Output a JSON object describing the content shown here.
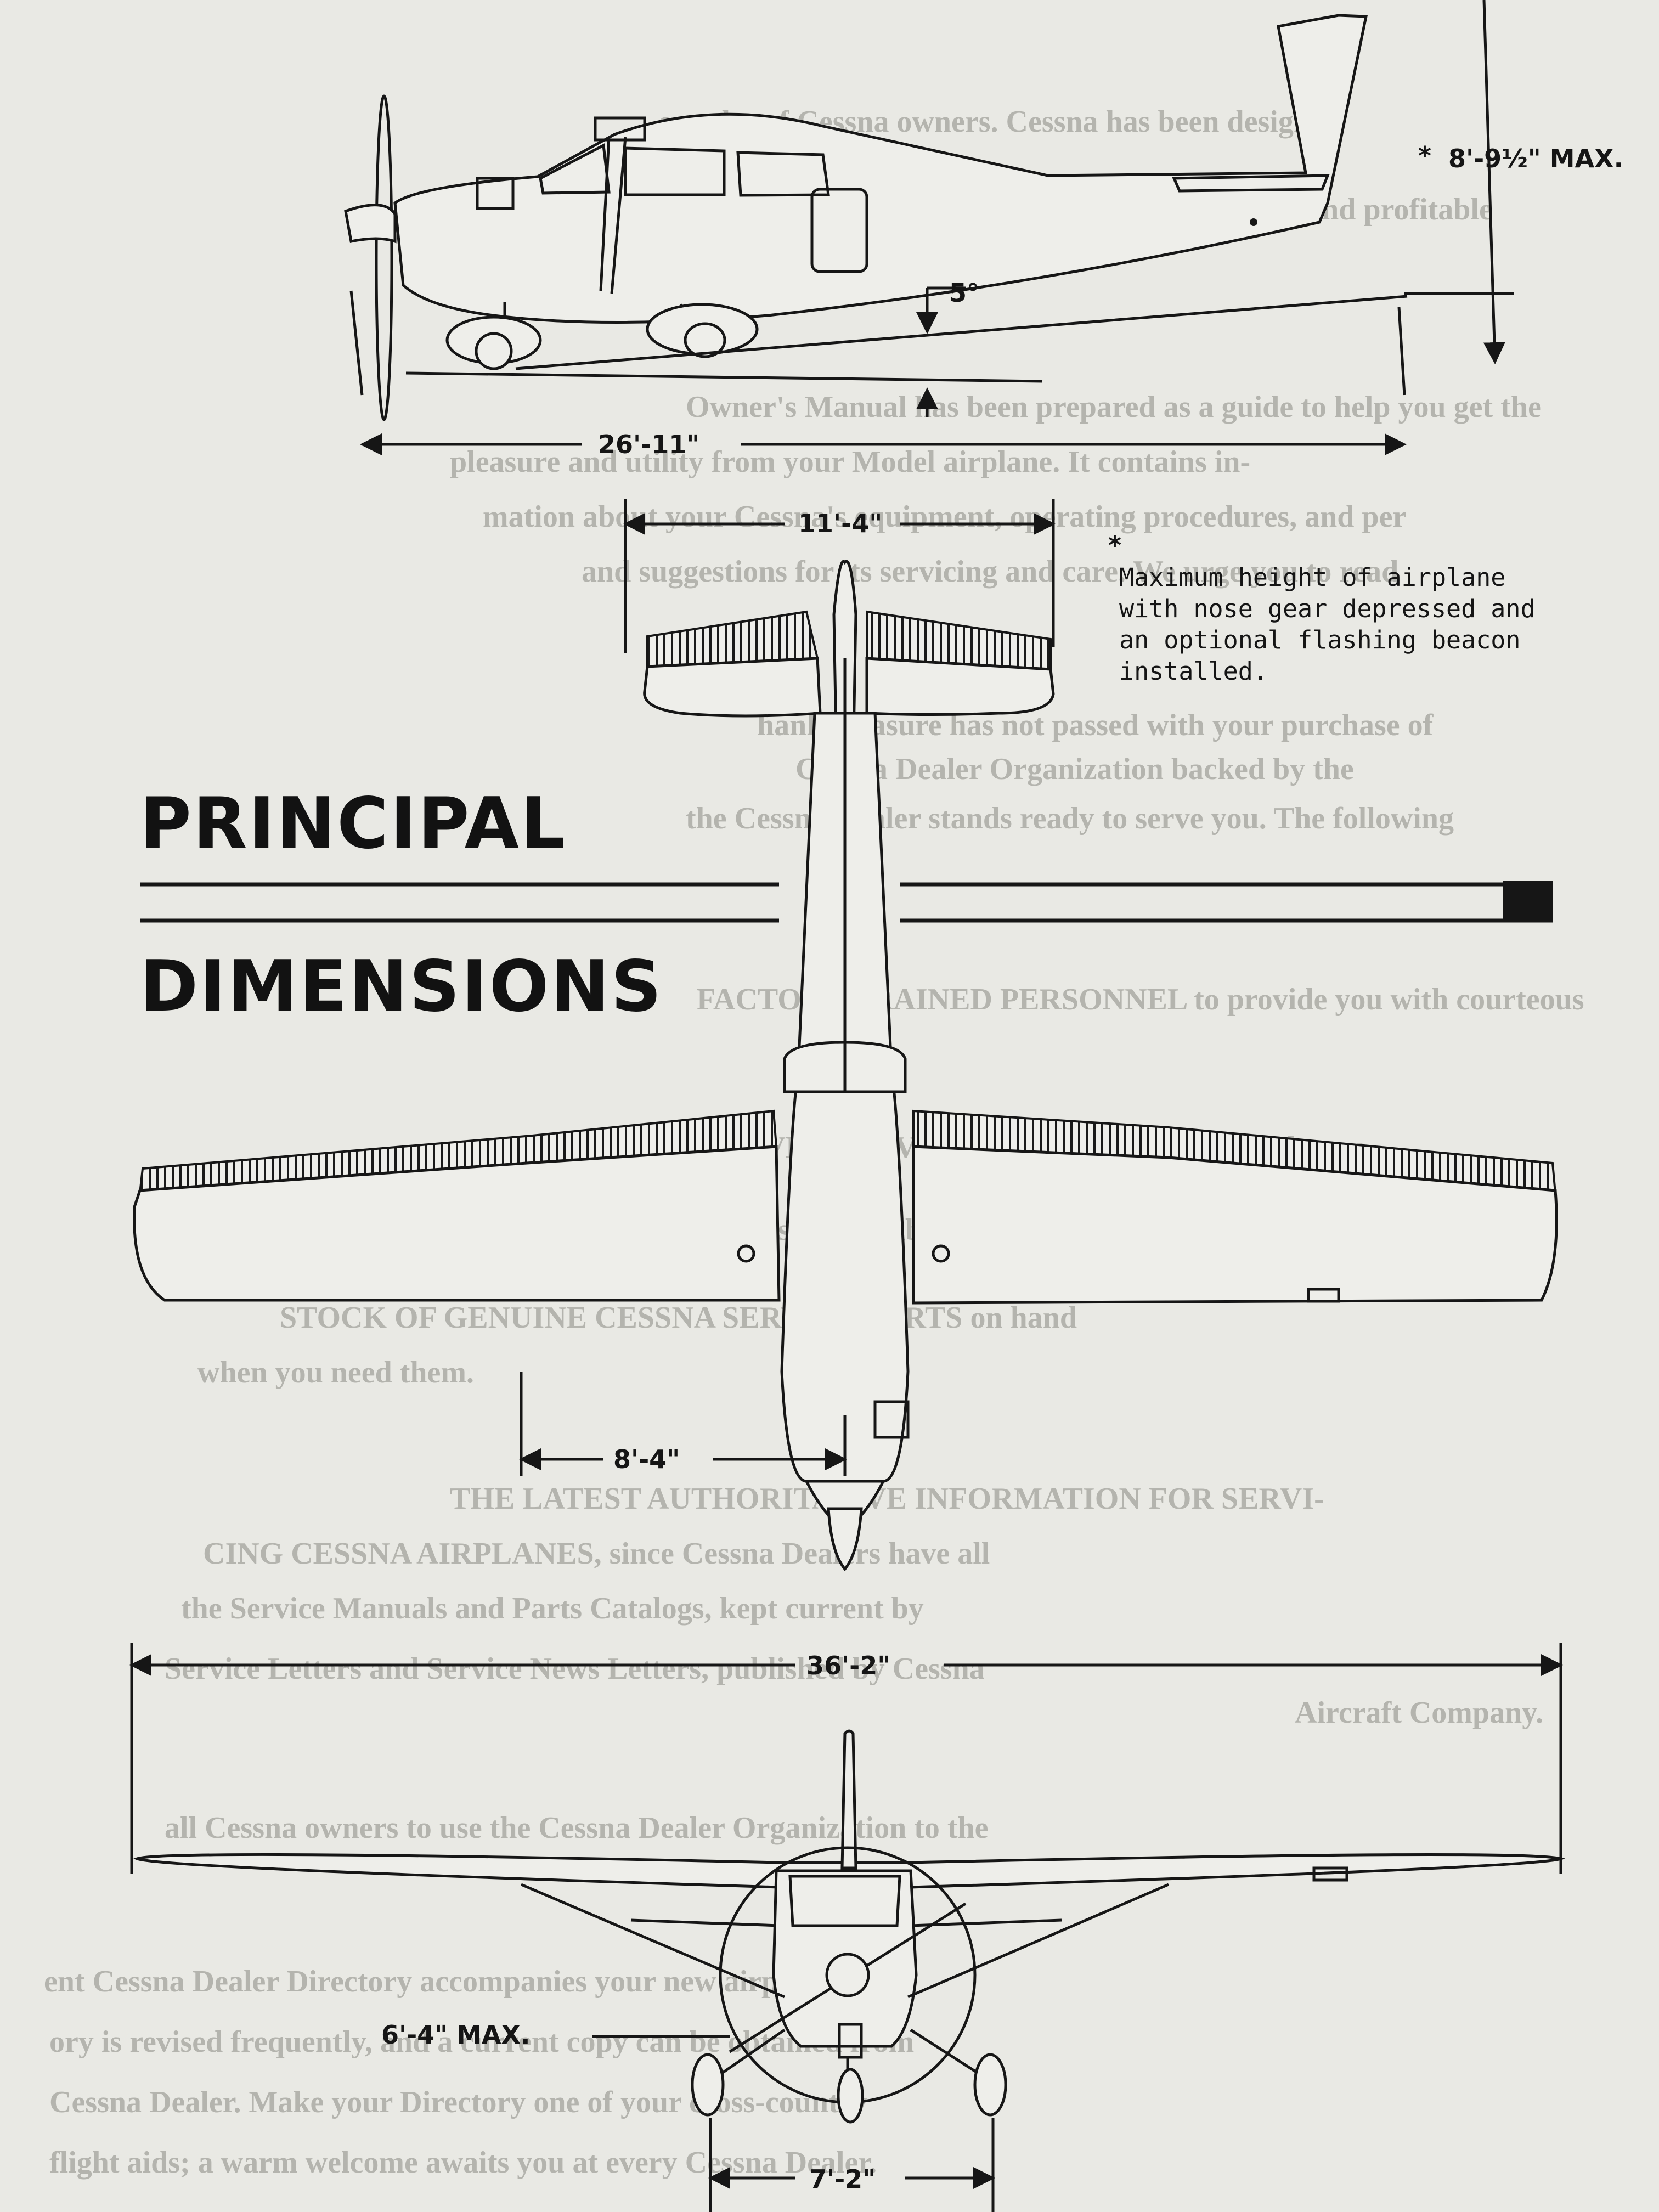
{
  "heading": {
    "line1": "PRINCIPAL",
    "line2": "DIMENSIONS"
  },
  "dimensions": {
    "max_height": "8'-9½\" MAX.",
    "length": "26'-11\"",
    "tail_span": "11'-4\"",
    "wing_to_tail": "8'-4\"",
    "wingspan": "36'-2\"",
    "prop_height": "6'-4\" MAX.",
    "wheel_track": "7'-2\"",
    "angle": "5°"
  },
  "footnote": {
    "marker": "*",
    "lines": [
      "Maximum height of airplane",
      "with nose gear depressed and",
      "an optional flashing beacon",
      "installed."
    ]
  },
  "show_through_text": [
    "e realm of Cessna owners.  Cessna has been designed",
    "ensure that you will find flying it a pleasure and profitable",
    "Owner's Manual has been prepared as a guide to help you get the",
    "pleasure and utility from your Model airplane.  It contains in-",
    "mation about your Cessna's equipment, operating procedures, and per",
    "and suggestions for its servicing and care.  We urge you to read",
    "hank pleasure has not passed with your purchase of",
    "Cessna Dealer Organization backed by the",
    "the Cessna Dealer stands ready to serve you.  The following",
    "FACTORY TRAINED PERSONNEL to provide you with courteous",
    "FACTORY APPROVED SERVICE EQUIPMENT to provide you",
    "with the most efficient and accurate workmanship possible.",
    "STOCK OF GENUINE CESSNA SERVICE PARTS on hand",
    "when you need them.",
    "THE LATEST AUTHORITATIVE INFORMATION FOR SERVI-",
    "CING CESSNA AIRPLANES, since Cessna Dealers have all",
    "the Service Manuals and Parts Catalogs, kept current by",
    "Service Letters and Service News Letters, published by Cessna",
    "Aircraft Company.",
    "all Cessna owners to use the Cessna Dealer Organization to the",
    "ent Cessna Dealer Directory accompanies your new airplane.  The",
    "ory is revised frequently, and a current copy can be obtained from",
    "Cessna Dealer.  Make your Directory one of your cross-country",
    "flight aids; a warm welcome awaits you at every Cessna Dealer."
  ]
}
